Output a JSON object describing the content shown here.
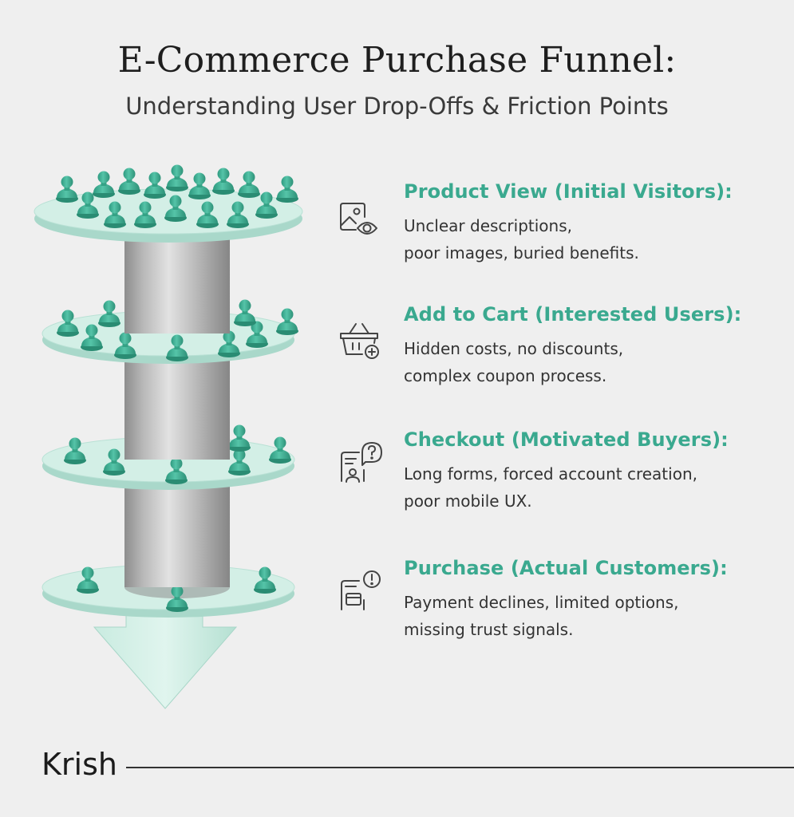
{
  "header": {
    "title": "E-Commerce Purchase Funnel:",
    "subtitle": "Understanding User Drop-Offs & Friction Points"
  },
  "stages": [
    {
      "title": "Product View (Initial Visitors):",
      "description_lines": [
        "Unclear descriptions,",
        "poor images, buried benefits."
      ],
      "icon": "image-eye-icon"
    },
    {
      "title": "Add to Cart (Interested Users):",
      "description_lines": [
        "Hidden costs, no discounts,",
        "complex coupon process."
      ],
      "icon": "basket-plus-icon"
    },
    {
      "title": "Checkout (Motivated Buyers):",
      "description_lines": [
        "Long forms, forced account creation,",
        "poor mobile UX."
      ],
      "icon": "form-question-icon"
    },
    {
      "title": "Purchase (Actual Customers):",
      "description_lines": [
        "Payment declines, limited options,",
        "missing trust signals."
      ],
      "icon": "card-alert-icon"
    }
  ],
  "brand": {
    "name": "Krish"
  },
  "colors": {
    "accent": "#3aa98f",
    "disc_top": "#cfeee4",
    "disc_edge": "#a9d8ca",
    "figure": "#3fae93",
    "pillar": "#a9a9a9",
    "background": "#efefef"
  }
}
